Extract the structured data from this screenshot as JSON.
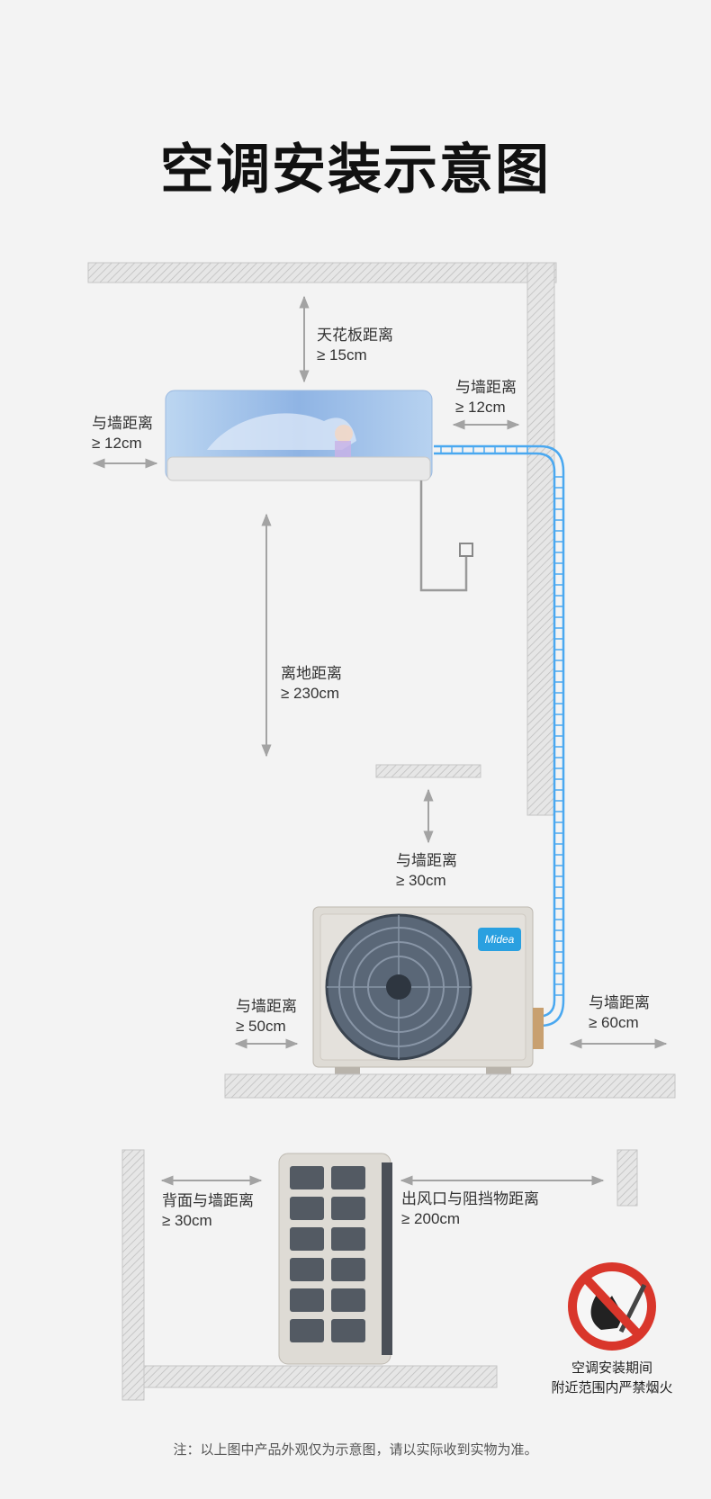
{
  "title": "空调安装示意图",
  "labels": {
    "ceiling": {
      "line1": "天花板距离",
      "line2": "≥ 15cm"
    },
    "indoor_right_wall": {
      "line1": "与墙距离",
      "line2": "≥ 12cm"
    },
    "indoor_left_wall": {
      "line1": "与墙距离",
      "line2": "≥ 12cm"
    },
    "floor": {
      "line1": "离地距离",
      "line2": "≥ 230cm"
    },
    "outdoor_top_wall": {
      "line1": "与墙距离",
      "line2": "≥ 30cm"
    },
    "outdoor_left_wall": {
      "line1": "与墙距离",
      "line2": "≥ 50cm"
    },
    "outdoor_right_wall": {
      "line1": "与墙距离",
      "line2": "≥ 60cm"
    },
    "back_wall": {
      "line1": "背面与墙距离",
      "line2": "≥ 30cm"
    },
    "outlet_obstacle": {
      "line1": "出风口与阻挡物距离",
      "line2": "≥ 200cm"
    }
  },
  "brand_badge": "Midea",
  "warning": {
    "line1": "空调安装期间",
    "line2": "附近范围内严禁烟火"
  },
  "footnote": "注：以上图中产品外观仅为示意图，请以实际收到实物为准。",
  "colors": {
    "pipe": "#4aa8f0",
    "prohibition": "#d9362b",
    "wall": "#d4d4d4",
    "unit_body": "#dedbd5"
  }
}
